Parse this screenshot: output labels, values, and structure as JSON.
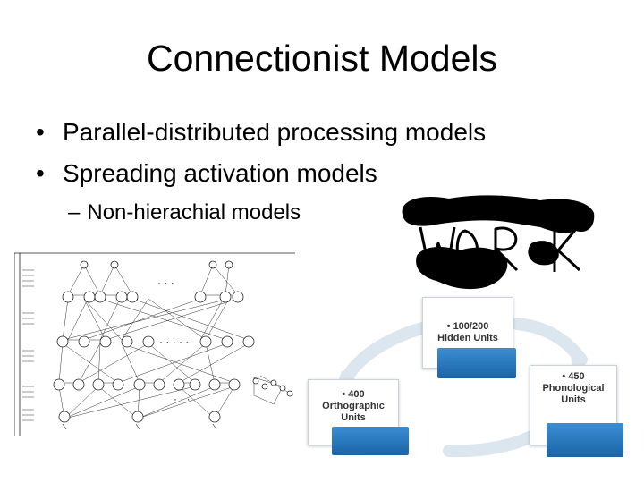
{
  "slide": {
    "title": "Connectionist Models",
    "bullets": [
      {
        "text": "Parallel-distributed processing models",
        "marker": "•"
      },
      {
        "text": "Spreading activation models",
        "marker": "•"
      }
    ],
    "subbullets": [
      {
        "text": "Non-hierachial models",
        "marker": "–"
      }
    ]
  },
  "cycle_diagram": {
    "nodes": [
      {
        "line1": "• 100/200",
        "line2": "Hidden Units",
        "line3": ""
      },
      {
        "line1": "• 450",
        "line2": "Phonological",
        "line3": "Units"
      },
      {
        "line1": "• 400",
        "line2": "Orthographic",
        "line3": "Units"
      }
    ],
    "colors": {
      "arrow": "#dbe6ef",
      "tab": "#1f72b8",
      "border": "#c9d2db"
    }
  },
  "word_image": {
    "letters": "WORK",
    "ink_color": "#000000"
  },
  "network_figure": {
    "ellipsis": "· · ·",
    "dots": "· · · · ·"
  }
}
